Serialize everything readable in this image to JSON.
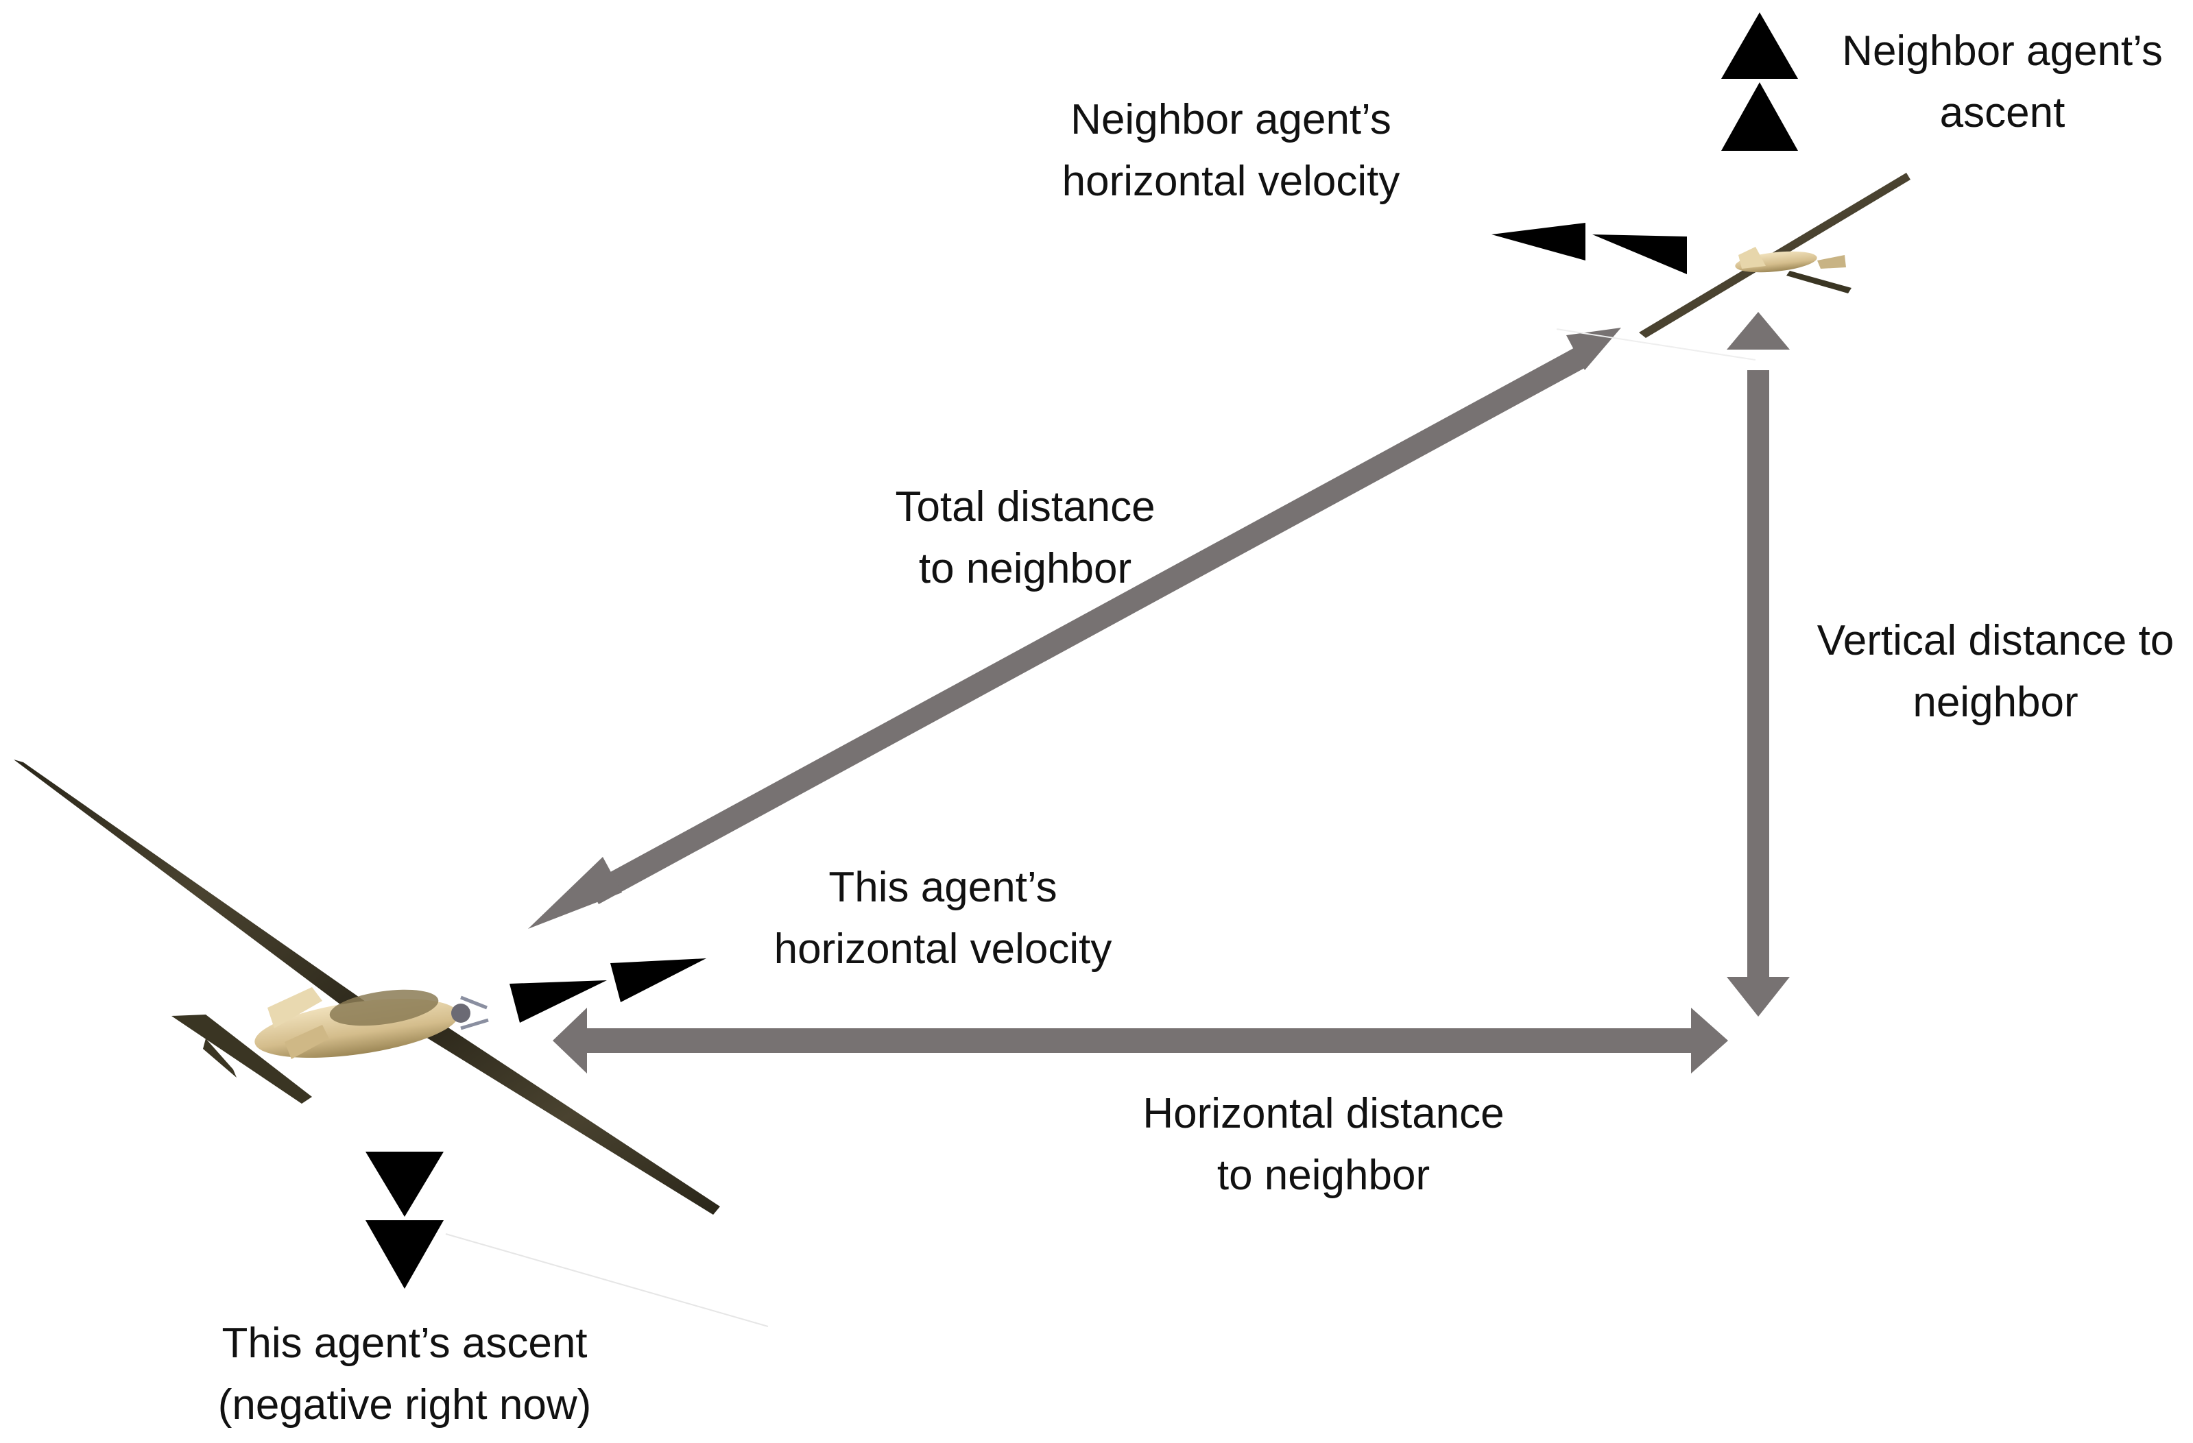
{
  "labels": {
    "neighbor_ascent": {
      "line1": "Neighbor agent’s",
      "line2": "ascent"
    },
    "neighbor_velocity": {
      "line1": "Neighbor agent’s",
      "line2": "horizontal velocity"
    },
    "total_distance": {
      "line1": "Total distance",
      "line2": "to neighbor"
    },
    "vertical_distance": {
      "line1": "Vertical distance to",
      "line2": "neighbor"
    },
    "this_velocity": {
      "line1": "This agent’s",
      "line2": "horizontal velocity"
    },
    "horizontal_distance": {
      "line1": "Horizontal distance",
      "line2": "to neighbor"
    },
    "this_ascent": {
      "line1": "This agent’s ascent",
      "line2": "(negative right now)"
    }
  },
  "colors": {
    "distance_arrow": "#777272",
    "indicator_arrow": "#000000",
    "aircraft_body": "#d8c59a",
    "aircraft_wing": "#3a3523",
    "background": "#ffffff"
  }
}
